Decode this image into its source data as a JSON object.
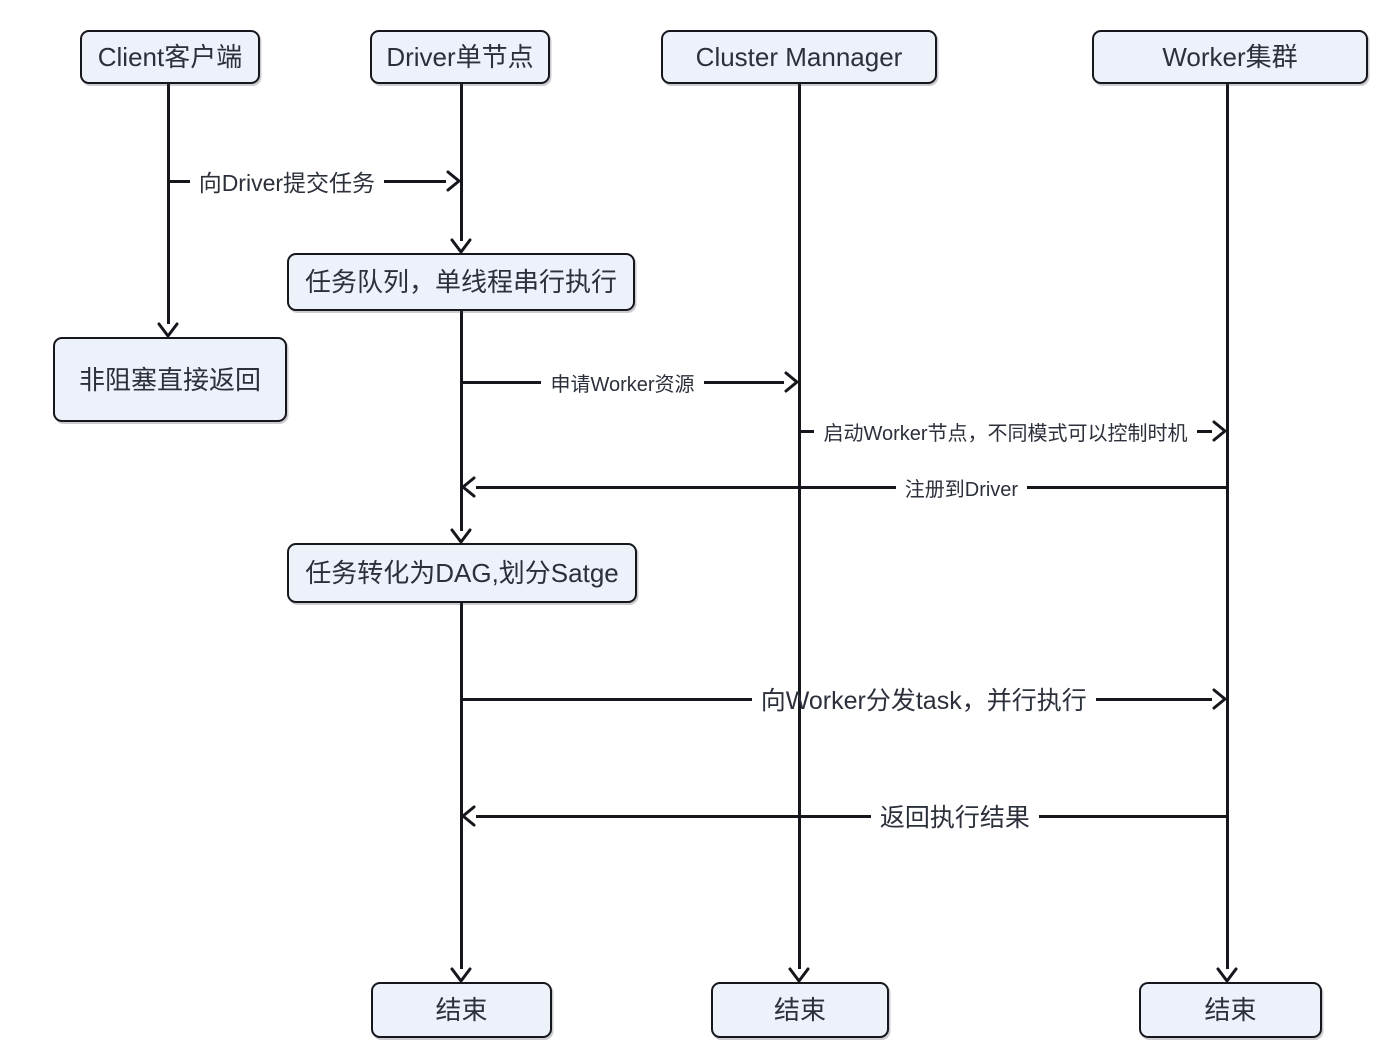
{
  "diagram": {
    "type": "sequence-flow",
    "actors": [
      {
        "label": "Client客户端"
      },
      {
        "label": "Driver单节点"
      },
      {
        "label": "Cluster Mannager"
      },
      {
        "label": "Worker集群"
      }
    ],
    "process_boxes": [
      {
        "label": "任务队列，单线程串行执行",
        "on": "Driver单节点"
      },
      {
        "label": "非阻塞直接返回",
        "on": "Client客户端"
      },
      {
        "label": "任务转化为DAG,划分Satge",
        "on": "Driver单节点"
      }
    ],
    "end_boxes": [
      {
        "label": "结束",
        "on": "Driver单节点"
      },
      {
        "label": "结束",
        "on": "Cluster Mannager"
      },
      {
        "label": "结束",
        "on": "Worker集群"
      }
    ],
    "messages": [
      {
        "label": "向Driver提交任务",
        "from": "Client客户端",
        "to": "Driver单节点",
        "direction": "right"
      },
      {
        "label": "申请Worker资源",
        "from": "Driver单节点",
        "to": "Cluster Mannager",
        "direction": "right"
      },
      {
        "label": "启动Worker节点，不同模式可以控制时机",
        "from": "Cluster Mannager",
        "to": "Worker集群",
        "direction": "right"
      },
      {
        "label": "注册到Driver",
        "from": "Worker集群",
        "to": "Driver单节点",
        "direction": "left"
      },
      {
        "label": "向Worker分发task，并行执行",
        "from": "Driver单节点",
        "to": "Worker集群",
        "direction": "right"
      },
      {
        "label": "返回执行结果",
        "from": "Worker集群",
        "to": "Driver单节点",
        "direction": "left"
      }
    ],
    "colors": {
      "background": "#ffffff",
      "box_fill": "#edf1f9",
      "box_border": "#16161d",
      "line": "#16161d",
      "text": "#2b303b"
    }
  }
}
